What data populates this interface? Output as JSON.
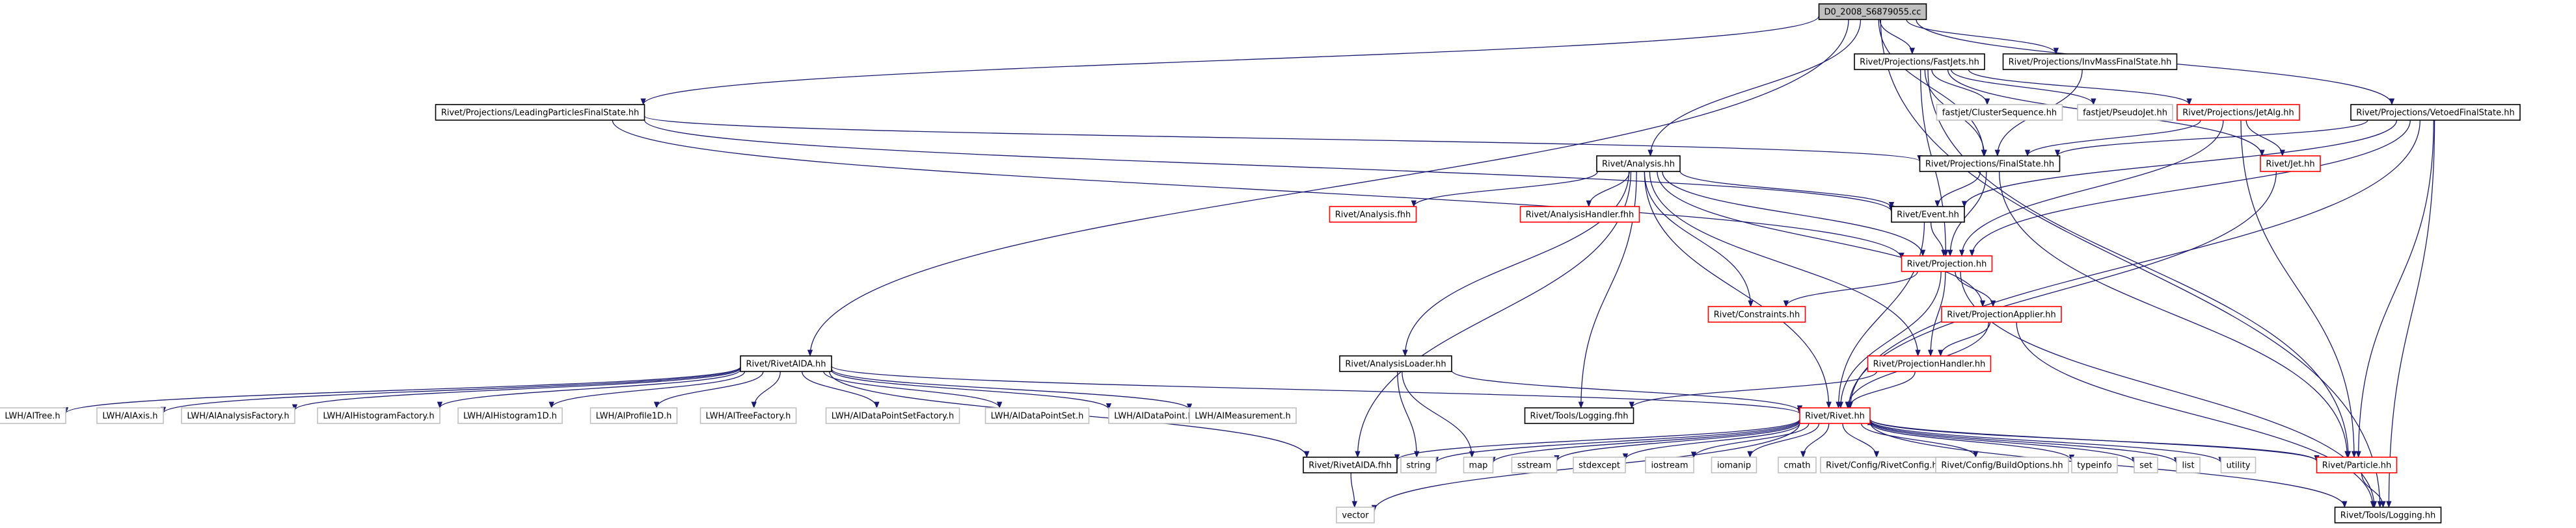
{
  "colors": {
    "root_fill": "#bfbfbf",
    "documented_border": "#000000",
    "undocumented_border": "#ff0000",
    "external_border": "#bfbfbf",
    "text": "#000000",
    "external_text": "#000000",
    "edge": "#191970"
  },
  "nodes": [
    {
      "id": "root",
      "label": "D0_2008_S6879055.cc",
      "kind": "root"
    },
    {
      "id": "fastjets",
      "label": "Rivet/Projections/FastJets.hh",
      "kind": "documented"
    },
    {
      "id": "invmass",
      "label": "Rivet/Projections/InvMassFinalState.hh",
      "kind": "documented"
    },
    {
      "id": "leading",
      "label": "Rivet/Projections/LeadingParticlesFinalState.hh",
      "kind": "documented"
    },
    {
      "id": "clusterseq",
      "label": "fastjet/ClusterSequence.hh",
      "kind": "external"
    },
    {
      "id": "pseudojet",
      "label": "fastjet/PseudoJet.hh",
      "kind": "external"
    },
    {
      "id": "jetalg",
      "label": "Rivet/Projections/JetAlg.hh",
      "kind": "undocumented"
    },
    {
      "id": "vetoed",
      "label": "Rivet/Projections/VetoedFinalState.hh",
      "kind": "documented"
    },
    {
      "id": "analysis",
      "label": "Rivet/Analysis.hh",
      "kind": "documented"
    },
    {
      "id": "finalstate",
      "label": "Rivet/Projections/FinalState.hh",
      "kind": "documented"
    },
    {
      "id": "jet",
      "label": "Rivet/Jet.hh",
      "kind": "undocumented"
    },
    {
      "id": "analysisfhh",
      "label": "Rivet/Analysis.fhh",
      "kind": "undocumented"
    },
    {
      "id": "analysishandler",
      "label": "Rivet/AnalysisHandler.fhh",
      "kind": "undocumented"
    },
    {
      "id": "event",
      "label": "Rivet/Event.hh",
      "kind": "documented"
    },
    {
      "id": "projection",
      "label": "Rivet/Projection.hh",
      "kind": "undocumented"
    },
    {
      "id": "constraints",
      "label": "Rivet/Constraints.hh",
      "kind": "undocumented"
    },
    {
      "id": "projapplier",
      "label": "Rivet/ProjectionApplier.hh",
      "kind": "undocumented"
    },
    {
      "id": "rivetaida",
      "label": "Rivet/RivetAIDA.hh",
      "kind": "documented"
    },
    {
      "id": "analysisloader",
      "label": "Rivet/AnalysisLoader.hh",
      "kind": "documented"
    },
    {
      "id": "projhandler",
      "label": "Rivet/ProjectionHandler.hh",
      "kind": "undocumented"
    },
    {
      "id": "itree",
      "label": "LWH/AITree.h",
      "kind": "external"
    },
    {
      "id": "iaxis",
      "label": "LWH/AIAxis.h",
      "kind": "external"
    },
    {
      "id": "ianafac",
      "label": "LWH/AIAnalysisFactory.h",
      "kind": "external"
    },
    {
      "id": "ihistfac",
      "label": "LWH/AIHistogramFactory.h",
      "kind": "external"
    },
    {
      "id": "ihist1d",
      "label": "LWH/AIHistogram1D.h",
      "kind": "external"
    },
    {
      "id": "iprof1d",
      "label": "LWH/AIProfile1D.h",
      "kind": "external"
    },
    {
      "id": "itreefac",
      "label": "LWH/AITreeFactory.h",
      "kind": "external"
    },
    {
      "id": "idpsfac",
      "label": "LWH/AIDataPointSetFactory.h",
      "kind": "external"
    },
    {
      "id": "idps",
      "label": "LWH/AIDataPointSet.h",
      "kind": "external"
    },
    {
      "id": "idp",
      "label": "LWH/AIDataPoint.h",
      "kind": "external"
    },
    {
      "id": "imeas",
      "label": "LWH/AIMeasurement.h",
      "kind": "external"
    },
    {
      "id": "toolslogfhh",
      "label": "Rivet/Tools/Logging.fhh",
      "kind": "documented"
    },
    {
      "id": "rivet",
      "label": "Rivet/Rivet.hh",
      "kind": "undocumented"
    },
    {
      "id": "rivetaidafhh",
      "label": "Rivet/RivetAIDA.fhh",
      "kind": "documented"
    },
    {
      "id": "string",
      "label": "string",
      "kind": "external"
    },
    {
      "id": "map",
      "label": "map",
      "kind": "external"
    },
    {
      "id": "sstream",
      "label": "sstream",
      "kind": "external"
    },
    {
      "id": "stdexcept",
      "label": "stdexcept",
      "kind": "external"
    },
    {
      "id": "iostream",
      "label": "iostream",
      "kind": "external"
    },
    {
      "id": "iomanip",
      "label": "iomanip",
      "kind": "external"
    },
    {
      "id": "cmath",
      "label": "cmath",
      "kind": "external"
    },
    {
      "id": "rivetconfig",
      "label": "Rivet/Config/RivetConfig.hh",
      "kind": "external"
    },
    {
      "id": "buildopts",
      "label": "Rivet/Config/BuildOptions.hh",
      "kind": "external"
    },
    {
      "id": "typeinfo",
      "label": "typeinfo",
      "kind": "external"
    },
    {
      "id": "set",
      "label": "set",
      "kind": "external"
    },
    {
      "id": "list",
      "label": "list",
      "kind": "external"
    },
    {
      "id": "utility",
      "label": "utility",
      "kind": "external"
    },
    {
      "id": "particle",
      "label": "Rivet/Particle.hh",
      "kind": "undocumented"
    },
    {
      "id": "vector",
      "label": "vector",
      "kind": "external"
    },
    {
      "id": "toolslog",
      "label": "Rivet/Tools/Logging.hh",
      "kind": "documented"
    }
  ],
  "edges": [
    [
      "root",
      "fastjets"
    ],
    [
      "root",
      "invmass"
    ],
    [
      "root",
      "leading"
    ],
    [
      "root",
      "vetoed"
    ],
    [
      "root",
      "analysis"
    ],
    [
      "root",
      "rivetaida"
    ],
    [
      "root",
      "finalstate"
    ],
    [
      "root",
      "toolslog"
    ],
    [
      "fastjets",
      "clusterseq"
    ],
    [
      "fastjets",
      "pseudojet"
    ],
    [
      "fastjets",
      "jetalg"
    ],
    [
      "fastjets",
      "jet"
    ],
    [
      "fastjets",
      "finalstate"
    ],
    [
      "fastjets",
      "projection"
    ],
    [
      "fastjets",
      "particle"
    ],
    [
      "invmass",
      "finalstate"
    ],
    [
      "leading",
      "finalstate"
    ],
    [
      "leading",
      "event"
    ],
    [
      "leading",
      "projection"
    ],
    [
      "jetalg",
      "finalstate"
    ],
    [
      "jetalg",
      "jet"
    ],
    [
      "jetalg",
      "projection"
    ],
    [
      "jetalg",
      "particle"
    ],
    [
      "vetoed",
      "finalstate"
    ],
    [
      "vetoed",
      "event"
    ],
    [
      "vetoed",
      "projection"
    ],
    [
      "vetoed",
      "rivet"
    ],
    [
      "vetoed",
      "particle"
    ],
    [
      "vetoed",
      "toolslog"
    ],
    [
      "analysis",
      "analysisfhh"
    ],
    [
      "analysis",
      "analysishandler"
    ],
    [
      "analysis",
      "event"
    ],
    [
      "analysis",
      "projection"
    ],
    [
      "analysis",
      "constraints"
    ],
    [
      "analysis",
      "projapplier"
    ],
    [
      "analysis",
      "projhandler"
    ],
    [
      "analysis",
      "analysisloader"
    ],
    [
      "analysis",
      "rivetaidafhh"
    ],
    [
      "analysis",
      "rivet"
    ],
    [
      "analysis",
      "toolslogfhh"
    ],
    [
      "finalstate",
      "event"
    ],
    [
      "finalstate",
      "projection"
    ],
    [
      "finalstate",
      "particle"
    ],
    [
      "jet",
      "rivet"
    ],
    [
      "event",
      "projection"
    ],
    [
      "event",
      "rivet"
    ],
    [
      "projection",
      "constraints"
    ],
    [
      "projection",
      "projapplier"
    ],
    [
      "projection",
      "projhandler"
    ],
    [
      "projection",
      "rivet"
    ],
    [
      "projection",
      "toolslog"
    ],
    [
      "projapplier",
      "projhandler"
    ],
    [
      "projapplier",
      "rivet"
    ],
    [
      "projapplier",
      "toolslog"
    ],
    [
      "projhandler",
      "rivet"
    ],
    [
      "projhandler",
      "toolslogfhh"
    ],
    [
      "rivetaida",
      "itree"
    ],
    [
      "rivetaida",
      "iaxis"
    ],
    [
      "rivetaida",
      "ianafac"
    ],
    [
      "rivetaida",
      "ihistfac"
    ],
    [
      "rivetaida",
      "ihist1d"
    ],
    [
      "rivetaida",
      "iprof1d"
    ],
    [
      "rivetaida",
      "itreefac"
    ],
    [
      "rivetaida",
      "idpsfac"
    ],
    [
      "rivetaida",
      "idps"
    ],
    [
      "rivetaida",
      "idp"
    ],
    [
      "rivetaida",
      "imeas"
    ],
    [
      "rivetaida",
      "rivetaidafhh"
    ],
    [
      "rivetaida",
      "rivet"
    ],
    [
      "analysisloader",
      "rivet"
    ],
    [
      "analysisloader",
      "string"
    ],
    [
      "analysisloader",
      "map"
    ],
    [
      "rivet",
      "rivetaidafhh"
    ],
    [
      "rivet",
      "string"
    ],
    [
      "rivet",
      "map"
    ],
    [
      "rivet",
      "sstream"
    ],
    [
      "rivet",
      "stdexcept"
    ],
    [
      "rivet",
      "iostream"
    ],
    [
      "rivet",
      "iomanip"
    ],
    [
      "rivet",
      "cmath"
    ],
    [
      "rivet",
      "rivetconfig"
    ],
    [
      "rivet",
      "buildopts"
    ],
    [
      "rivet",
      "typeinfo"
    ],
    [
      "rivet",
      "set"
    ],
    [
      "rivet",
      "list"
    ],
    [
      "rivet",
      "utility"
    ],
    [
      "rivet",
      "particle"
    ],
    [
      "rivet",
      "vector"
    ],
    [
      "rivet",
      "toolslog"
    ],
    [
      "rivetaidafhh",
      "vector"
    ],
    [
      "particle",
      "rivet"
    ],
    [
      "particle",
      "toolslog"
    ]
  ]
}
